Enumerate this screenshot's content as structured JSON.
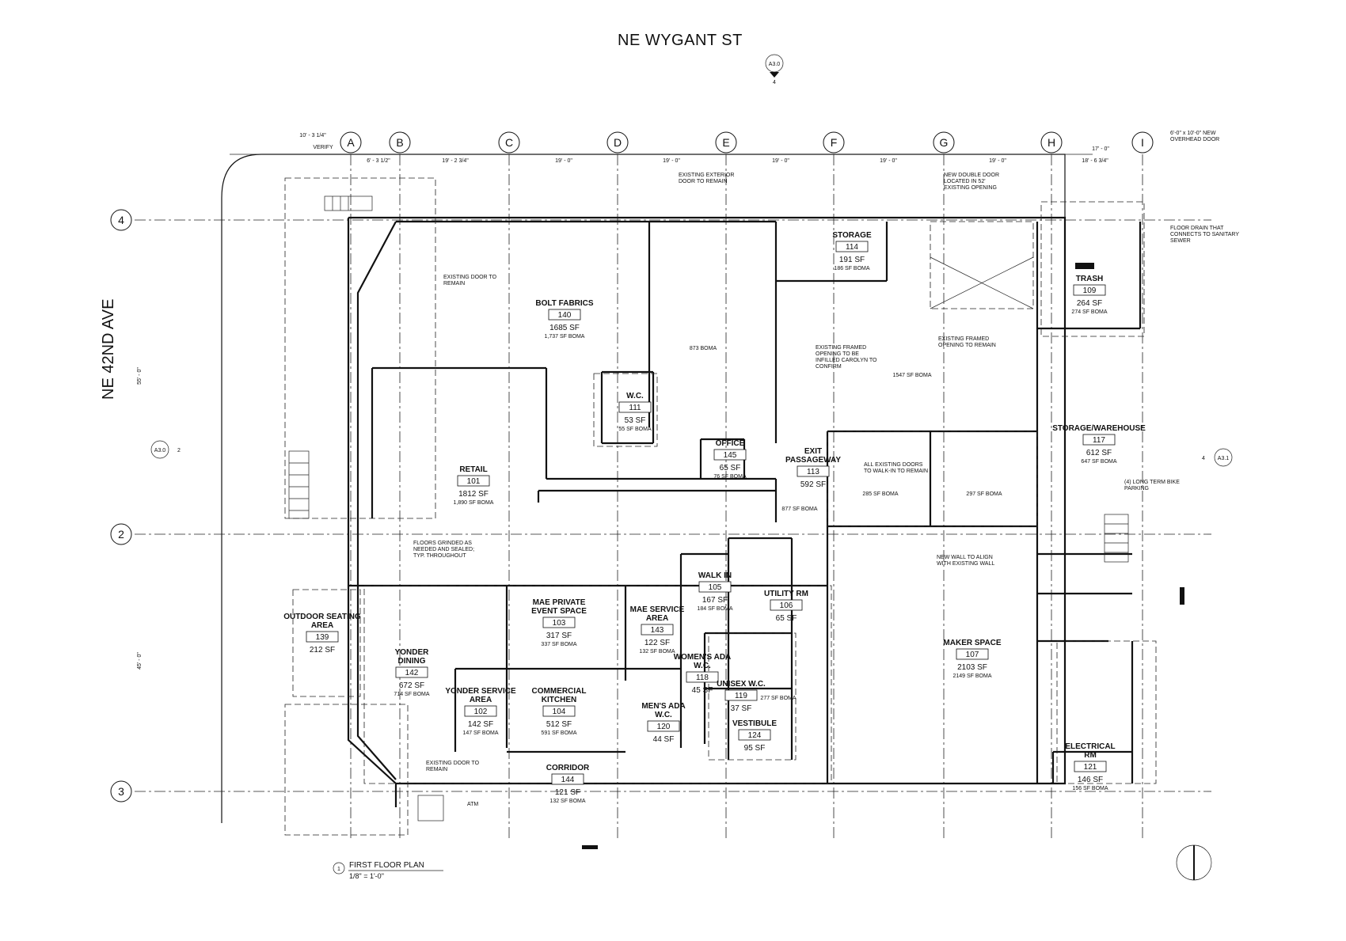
{
  "streets": {
    "north": "NE WYGANT ST",
    "west": "NE 42ND AVE"
  },
  "grid": {
    "columns": [
      "A",
      "B",
      "C",
      "D",
      "E",
      "F",
      "G",
      "H",
      "I"
    ],
    "rows": [
      "4",
      "2",
      "3"
    ],
    "column_dims": [
      "10' - 3 1/4\"",
      "VERIFY",
      "6' - 3 1/2\"",
      "19' - 2 3/4\"",
      "19' - 0\"",
      "19' - 0\"",
      "19' - 0\"",
      "19' - 0\"",
      "19' - 0\"",
      "18' - 6 3/4\"",
      "17' - 0\""
    ],
    "row_dims": [
      "55' - 0\"",
      "45' - 0\""
    ]
  },
  "rooms": [
    {
      "name": "BOLT FABRICS",
      "number": "140",
      "sf": "1685 SF",
      "boma": "1,737 SF BOMA"
    },
    {
      "name": "STORAGE",
      "number": "114",
      "sf": "191 SF",
      "boma": "186 SF BOMA"
    },
    {
      "name": "TRASH",
      "number": "109",
      "sf": "264 SF",
      "boma": "274 SF BOMA"
    },
    {
      "name": "W.C.",
      "number": "111",
      "sf": "53 SF",
      "boma": "55 SF BOMA"
    },
    {
      "name": "RETAIL",
      "number": "101",
      "sf": "1812 SF",
      "boma": "1,890 SF BOMA"
    },
    {
      "name": "OFFICE",
      "number": "145",
      "sf": "65 SF",
      "boma": "76 SF BOMA"
    },
    {
      "name": "EXIT PASSAGEWAY",
      "number": "113",
      "sf": "592 SF",
      "boma": ""
    },
    {
      "name": "STORAGE/WAREHOUSE",
      "number": "117",
      "sf": "612 SF",
      "boma": "647 SF BOMA"
    },
    {
      "name": "WALK IN",
      "number": "105",
      "sf": "167 SF",
      "boma": "184 SF BOMA"
    },
    {
      "name": "UTILITY RM",
      "number": "106",
      "sf": "65 SF",
      "boma": ""
    },
    {
      "name": "MAE PRIVATE EVENT SPACE",
      "number": "103",
      "sf": "317 SF",
      "boma": "337 SF BOMA"
    },
    {
      "name": "MAE SERVICE AREA",
      "number": "143",
      "sf": "122 SF",
      "boma": "132 SF BOMA"
    },
    {
      "name": "OUTDOOR SEATING AREA",
      "number": "139",
      "sf": "212 SF",
      "boma": ""
    },
    {
      "name": "YONDER DINING",
      "number": "142",
      "sf": "672 SF",
      "boma": "714 SF BOMA"
    },
    {
      "name": "WOMEN'S ADA W.C.",
      "number": "118",
      "sf": "45 SF",
      "boma": ""
    },
    {
      "name": "UNISEX W.C.",
      "number": "119",
      "sf": "37 SF",
      "boma": ""
    },
    {
      "name": "YONDER SERVICE AREA",
      "number": "102",
      "sf": "142 SF",
      "boma": "147 SF BOMA"
    },
    {
      "name": "COMMERCIAL KITCHEN",
      "number": "104",
      "sf": "512 SF",
      "boma": "591 SF BOMA"
    },
    {
      "name": "MEN'S ADA W.C.",
      "number": "120",
      "sf": "44 SF",
      "boma": ""
    },
    {
      "name": "VESTIBULE",
      "number": "124",
      "sf": "95 SF",
      "boma": ""
    },
    {
      "name": "MAKER SPACE",
      "number": "107",
      "sf": "2103 SF",
      "boma": "2149 SF BOMA"
    },
    {
      "name": "ELECTRICAL RM",
      "number": "121",
      "sf": "146 SF",
      "boma": "156 SF BOMA"
    },
    {
      "name": "CORRIDOR",
      "number": "144",
      "sf": "121 SF",
      "boma": "132 SF BOMA"
    }
  ],
  "notes": [
    "EXISTING EXTERIOR DOOR TO REMAIN",
    "NEW DOUBLE DOOR LOCATED IN 52' EXISTING OPENING",
    "6'-0\" x 10'-0\" NEW OVERHEAD DOOR",
    "FLOOR DRAIN THAT CONNECTS TO SANITARY SEWER",
    "EXISTING DOOR TO REMAIN",
    "EXISTING FRAMED OPENING TO BE INFILLED CAROLYN TO CONFIRM",
    "EXISTING FRAMED OPENING TO REMAIN",
    "ALL EXISTING DOORS TO WALK-IN TO REMAIN",
    "(4) LONG TERM BIKE PARKING",
    "FLOORS GRINDED AS NEEDED AND SEALED; TYP. THROUGHOUT",
    "NEW WALL TO ALIGN WITH EXISTING WALL",
    "EXISTING DOOR TO REMAIN",
    "ATM"
  ],
  "boma_labels": [
    "873 BOMA",
    "1547 SF BOMA",
    "285 SF BOMA",
    "297 SF BOMA",
    "877 SF BOMA",
    "277 SF BOMA"
  ],
  "title_block": {
    "title": "FIRST FLOOR PLAN",
    "scale": "1/8\" = 1'-0\"",
    "number": "1"
  }
}
